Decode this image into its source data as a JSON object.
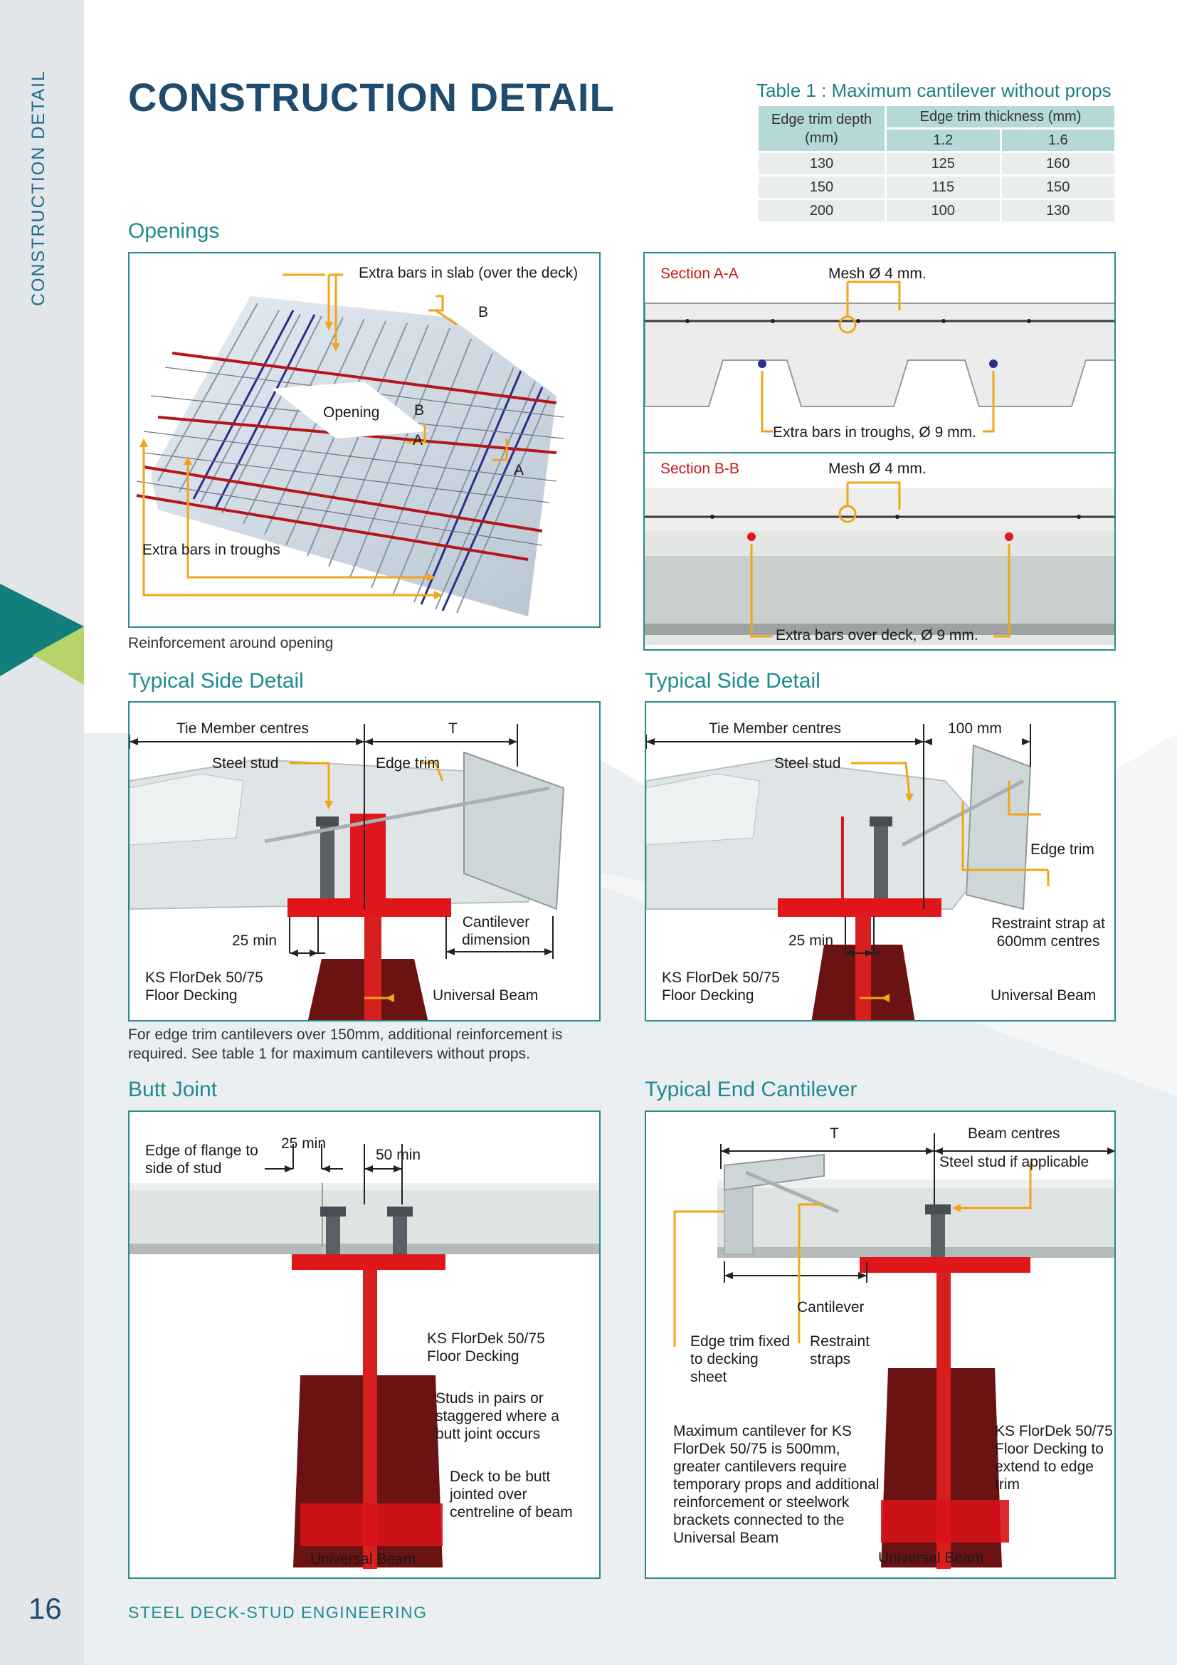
{
  "sidebar_label": "CONSTRUCTION DETAIL",
  "page_title": "CONSTRUCTION DETAIL",
  "table1": {
    "caption": "Table 1 : Maximum cantilever without props",
    "header_depth": "Edge trim depth (mm)",
    "header_thickness": "Edge trim thickness (mm)",
    "thicknesses": [
      "1.2",
      "1.6"
    ],
    "rows": [
      [
        "130",
        "125",
        "160"
      ],
      [
        "150",
        "115",
        "150"
      ],
      [
        "200",
        "100",
        "130"
      ]
    ]
  },
  "openings": {
    "heading": "Openings",
    "caption": "Reinforcement around opening",
    "labels": {
      "extra_bars_slab": "Extra bars in slab (over the deck)",
      "opening": "Opening",
      "extra_bars_troughs": "Extra bars in troughs",
      "b1": "B",
      "b2": "B",
      "a1": "A",
      "a2": "A"
    },
    "section_aa": {
      "title": "Section A-A",
      "mesh": "Mesh Ø 4 mm.",
      "extra": "Extra bars in troughs, Ø 9 mm."
    },
    "section_bb": {
      "title": "Section B-B",
      "mesh": "Mesh Ø 4 mm.",
      "extra": "Extra bars over deck, Ø 9 mm."
    }
  },
  "side_detail_left": {
    "heading": "Typical Side Detail",
    "labels": {
      "tie_member": "Tie Member centres",
      "t": "T",
      "steel_stud": "Steel stud",
      "edge_trim": "Edge trim",
      "min25": "25 min",
      "cantilever": "Cantilever dimension",
      "floor_decking": "KS FlorDek 50/75 Floor Decking",
      "universal_beam": "Universal Beam"
    },
    "note": "For edge trim cantilevers over 150mm, additional reinforcement is required. See table 1 for maximum cantilevers without props."
  },
  "side_detail_right": {
    "heading": "Typical Side Detail",
    "labels": {
      "tie_member": "Tie Member centres",
      "mm100": "100 mm",
      "steel_stud": "Steel stud",
      "edge_trim": "Edge trim",
      "restraint": "Restraint strap at 600mm centres",
      "min25": "25 min",
      "floor_decking": "KS FlorDek 50/75 Floor Decking",
      "universal_beam": "Universal Beam"
    }
  },
  "butt_joint": {
    "heading": "Butt Joint",
    "labels": {
      "edge_flange": "Edge of flange to side of stud",
      "min25": "25 min",
      "min50": "50 min",
      "floor_decking": "KS FlorDek 50/75 Floor Decking",
      "studs_pairs": "Studs in pairs or staggered where a butt joint occurs",
      "deck_butt": "Deck to be butt jointed over centreline of beam",
      "universal_beam": "Universal Beam"
    }
  },
  "end_cantilever": {
    "heading": "Typical End Cantilever",
    "labels": {
      "t": "T",
      "beam_centres": "Beam centres",
      "steel_stud": "Steel stud if applicable",
      "cantilever": "Cantilever",
      "edge_trim_fixed": "Edge trim fixed to decking sheet",
      "restraint_straps": "Restraint straps",
      "max_cantilever": "Maximum cantilever for KS FlorDek 50/75 is 500mm, greater cantilevers require temporary props and additional reinforcement or steelwork brackets connected to the Universal Beam",
      "floor_decking": "KS FlorDek 50/75 Floor Decking to extend to edge trim",
      "universal_beam": "Universal Beam"
    }
  },
  "footer": {
    "page_number": "16",
    "company": "STEEL DECK-STUD ENGINEERING"
  },
  "colors": {
    "title": "#1e4b6e",
    "heading": "#1f8a8f",
    "panel_border": "#2a8c8a",
    "leader": "#f2a516",
    "beam_red": "#d71f1f",
    "beam_dark": "#6b1212",
    "rebar_red": "#b5161b",
    "sidebar_gray": "#e4e6e8"
  }
}
